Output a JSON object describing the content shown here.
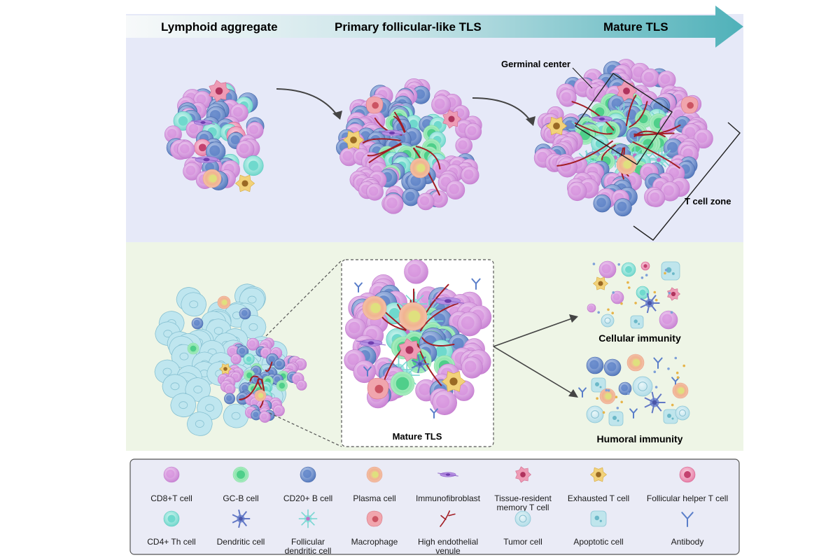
{
  "stages": [
    "Lymphoid aggregate",
    "Primary follicular-like TLS",
    "Mature TLS"
  ],
  "annotations": {
    "germinal_center": "Germinal center",
    "t_cell_zone": "T cell zone",
    "zoom_label": "Mature TLS"
  },
  "outcomes": {
    "cellular": "Cellular immunity",
    "humoral": "Humoral immunity"
  },
  "legend": [
    {
      "icon": "cd8-t-cell-icon",
      "lines": [
        "CD8+T cell"
      ]
    },
    {
      "icon": "gc-b-cell-icon",
      "lines": [
        "GC-B cell"
      ]
    },
    {
      "icon": "cd20-b-cell-icon",
      "lines": [
        "CD20+ B cell"
      ]
    },
    {
      "icon": "plasma-cell-icon",
      "lines": [
        "Plasma cell"
      ]
    },
    {
      "icon": "immunofibroblast-icon",
      "lines": [
        "Immunofibroblast"
      ]
    },
    {
      "icon": "tissue-resident-memory-t-cell-icon",
      "lines": [
        "Tissue-resident",
        "memory T cell"
      ]
    },
    {
      "icon": "exhausted-t-cell-icon",
      "lines": [
        "Exhausted T cell"
      ]
    },
    {
      "icon": "follicular-helper-t-cell-icon",
      "lines": [
        "Follicular helper T cell"
      ]
    },
    {
      "icon": "cd4-th-cell-icon",
      "lines": [
        "CD4+ Th cell"
      ]
    },
    {
      "icon": "dendritic-cell-icon",
      "lines": [
        "Dendritic cell"
      ]
    },
    {
      "icon": "follicular-dendritic-cell-icon",
      "lines": [
        "Follicular",
        "dendritic cell"
      ]
    },
    {
      "icon": "macrophage-icon",
      "lines": [
        "Macrophage"
      ]
    },
    {
      "icon": "high-endothelial-venule-icon",
      "lines": [
        "High endothelial",
        "venule"
      ]
    },
    {
      "icon": "tumor-cell-icon",
      "lines": [
        "Tumor cell"
      ]
    },
    {
      "icon": "apoptotic-cell-icon",
      "lines": [
        "Apoptotic cell"
      ]
    },
    {
      "icon": "antibody-icon",
      "lines": [
        "Antibody"
      ]
    }
  ],
  "colors": {
    "top_panel": "#e6e9f8",
    "bottom_panel": "#eef5e6",
    "arrow_start": "#f4f7f8",
    "arrow_end": "#56b6bd",
    "cd8": "#d99be0",
    "gcb": "#86e6a9",
    "cd20": "#6f93d4",
    "plasma": "#f0a98f",
    "cd4": "#7fe0d5",
    "tumor": "#b9e3ec",
    "vessel": "#a21d24"
  }
}
